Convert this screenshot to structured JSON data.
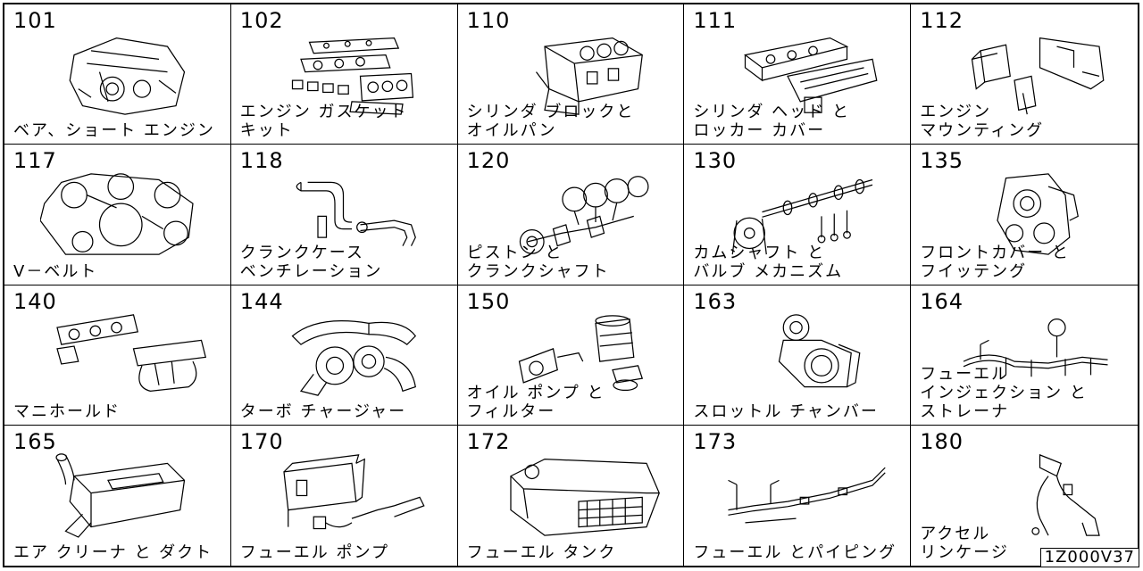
{
  "parts": [
    {
      "number": "101",
      "label": [
        "ベア、ショート エンジン"
      ],
      "icon": "engine-assembly-icon"
    },
    {
      "number": "102",
      "label": [
        "エンジン ガスケット",
        "キット"
      ],
      "icon": "gasket-kit-icon"
    },
    {
      "number": "110",
      "label": [
        "シリンダ ブロックと",
        "オイルパン"
      ],
      "icon": "cylinder-block-icon"
    },
    {
      "number": "111",
      "label": [
        "シリンダ ヘッド と",
        "ロッカー カバー"
      ],
      "icon": "cylinder-head-icon"
    },
    {
      "number": "112",
      "label": [
        "エンジン",
        "マウンティング"
      ],
      "icon": "engine-mount-icon"
    },
    {
      "number": "117",
      "label": [
        "V－ベルト"
      ],
      "icon": "v-belt-icon"
    },
    {
      "number": "118",
      "label": [
        "クランクケース",
        "ベンチレーション"
      ],
      "icon": "ventilation-hose-icon"
    },
    {
      "number": "120",
      "label": [
        "ピストン と",
        "クランクシャフト"
      ],
      "icon": "piston-crankshaft-icon"
    },
    {
      "number": "130",
      "label": [
        "カムシャフト と",
        "バルブ メカニズム"
      ],
      "icon": "camshaft-valve-icon"
    },
    {
      "number": "135",
      "label": [
        "フロントカバー と",
        "フイッテング"
      ],
      "icon": "front-cover-icon"
    },
    {
      "number": "140",
      "label": [
        "マニホールド"
      ],
      "icon": "manifold-icon"
    },
    {
      "number": "144",
      "label": [
        "ターボ チャージャー"
      ],
      "icon": "turbocharger-icon"
    },
    {
      "number": "150",
      "label": [
        "オイル ポンプ と",
        "フィルター"
      ],
      "icon": "oil-pump-filter-icon"
    },
    {
      "number": "163",
      "label": [
        "スロットル チャンバー"
      ],
      "icon": "throttle-chamber-icon"
    },
    {
      "number": "164",
      "label": [
        "フューエル",
        "インジェクション と",
        "ストレーナ"
      ],
      "icon": "fuel-injection-icon"
    },
    {
      "number": "165",
      "label": [
        "エア クリーナ と ダクト"
      ],
      "icon": "air-cleaner-icon"
    },
    {
      "number": "170",
      "label": [
        "フューエル ポンプ"
      ],
      "icon": "fuel-pump-icon"
    },
    {
      "number": "172",
      "label": [
        "フューエル タンク"
      ],
      "icon": "fuel-tank-icon"
    },
    {
      "number": "173",
      "label": [
        "フューエル とパイピング"
      ],
      "icon": "fuel-piping-icon"
    },
    {
      "number": "180",
      "label": [
        "アクセル",
        "リンケージ"
      ],
      "icon": "accelerator-linkage-icon"
    }
  ],
  "diagram_code": "1Z000V37"
}
